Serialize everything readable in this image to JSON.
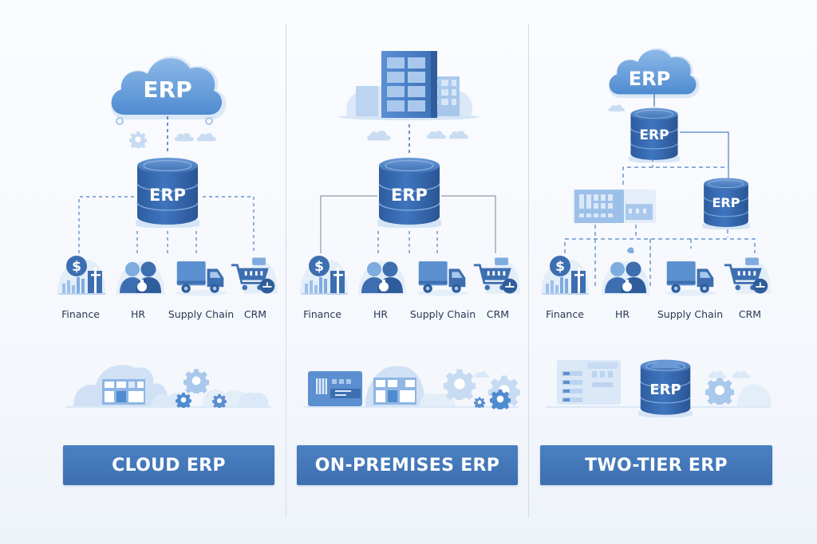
{
  "colors": {
    "primary": "#3d6fb0",
    "primary_dark": "#2f5d9c",
    "light": "#a9c8ec",
    "pale": "#dbe8f7",
    "text": "#2b3a55",
    "divider": "#d3dcea"
  },
  "panels": [
    {
      "id": "cloud",
      "title": "CLOUD ERP",
      "top_icon": "cloud-icon",
      "top_label": "ERP",
      "db_label": "ERP",
      "connector_style": "dashed",
      "modules": [
        {
          "label": "Finance",
          "icon": "finance-icon"
        },
        {
          "label": "HR",
          "icon": "hr-people-icon"
        },
        {
          "label": "Supply Chain",
          "icon": "truck-icon"
        },
        {
          "label": "CRM",
          "icon": "shopping-cart-icon"
        }
      ],
      "footer_icons": [
        "cloud-datacenter-icon",
        "gear-icon",
        "gear-icon",
        "cloud-icon"
      ]
    },
    {
      "id": "on-premises",
      "title": "ON-PREMISES ERP",
      "top_icon": "office-building-icon",
      "db_label": "ERP",
      "connector_style": "solid",
      "modules": [
        {
          "label": "Finance",
          "icon": "finance-icon"
        },
        {
          "label": "HR",
          "icon": "hr-people-icon"
        },
        {
          "label": "Supply Chain",
          "icon": "truck-icon"
        },
        {
          "label": "CRM",
          "icon": "shopping-cart-icon"
        }
      ],
      "footer_icons": [
        "server-rack-icon",
        "datacenter-icon",
        "gear-icon",
        "gear-icon"
      ]
    },
    {
      "id": "two-tier",
      "title": "TWO-TIER ERP",
      "top_icon": "cloud-icon",
      "top_label": "ERP",
      "db_label": "ERP",
      "sub_db_label": "ERP",
      "connector_style": "mixed",
      "modules": [
        {
          "label": "Finance",
          "icon": "finance-icon"
        },
        {
          "label": "HR",
          "icon": "hr-people-icon"
        },
        {
          "label": "Supply Chain",
          "icon": "truck-icon"
        },
        {
          "label": "CRM",
          "icon": "shopping-cart-icon"
        }
      ],
      "footer_db_label": "ERP",
      "footer_icons": [
        "dashboard-panel-icon",
        "database-icon",
        "gear-icon",
        "cloud-icon"
      ]
    }
  ]
}
